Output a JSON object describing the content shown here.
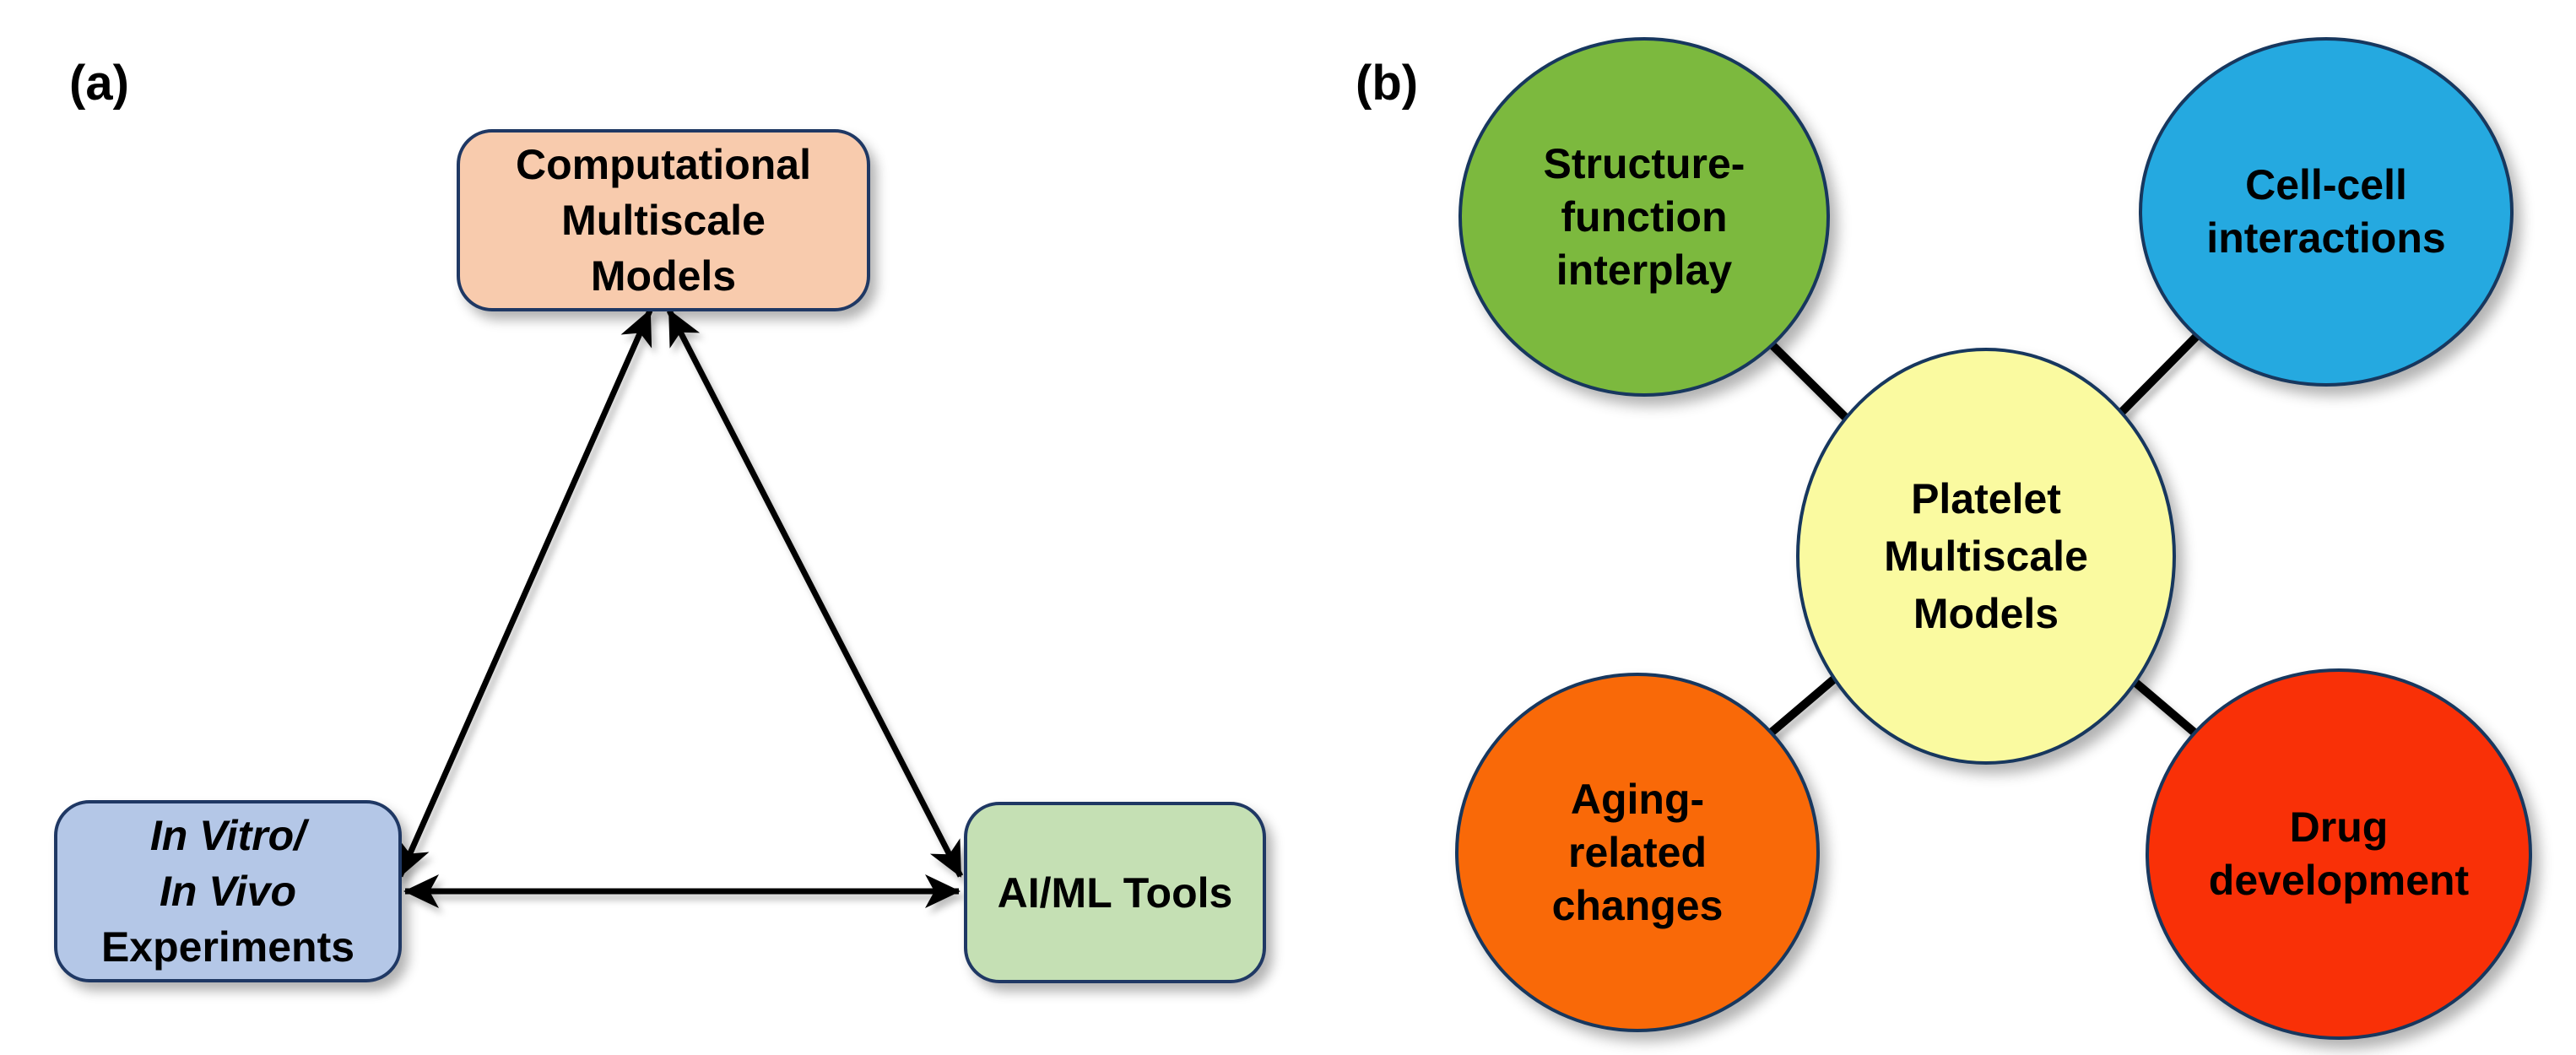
{
  "figure": {
    "background": "#FFFFFF",
    "line_color": "#000000",
    "box_border_color": "#1F3864",
    "circle_border_color": "#17375E",
    "panel_a": {
      "label": "(a)",
      "computational_box": {
        "line1": "Computational",
        "line2": "Multiscale",
        "line3": "Models",
        "fill": "#F8CBAD"
      },
      "experiments_box": {
        "line1": "In Vitro/",
        "line2": "In Vivo",
        "line3": "Experiments",
        "fill": "#B4C7E7"
      },
      "aiml_box": {
        "label": "AI/ML Tools",
        "fill": "#C5E0B4"
      }
    },
    "panel_b": {
      "label": "(b)",
      "center_circle": {
        "line1": "Platelet",
        "line2": "Multiscale",
        "line3": "Models",
        "fill": "#FAFAA0"
      },
      "structure_circle": {
        "line1": "Structure-",
        "line2": "function",
        "line3": "interplay",
        "fill": "#7CB93E"
      },
      "cellcell_circle": {
        "line1": "Cell-cell",
        "line2": "interactions",
        "fill": "#25A9E0"
      },
      "aging_circle": {
        "line1": "Aging-",
        "line2": "related",
        "line3": "changes",
        "fill": "#F96908"
      },
      "drug_circle": {
        "line1": "Drug",
        "line2": "development",
        "fill": "#F93007"
      }
    }
  }
}
